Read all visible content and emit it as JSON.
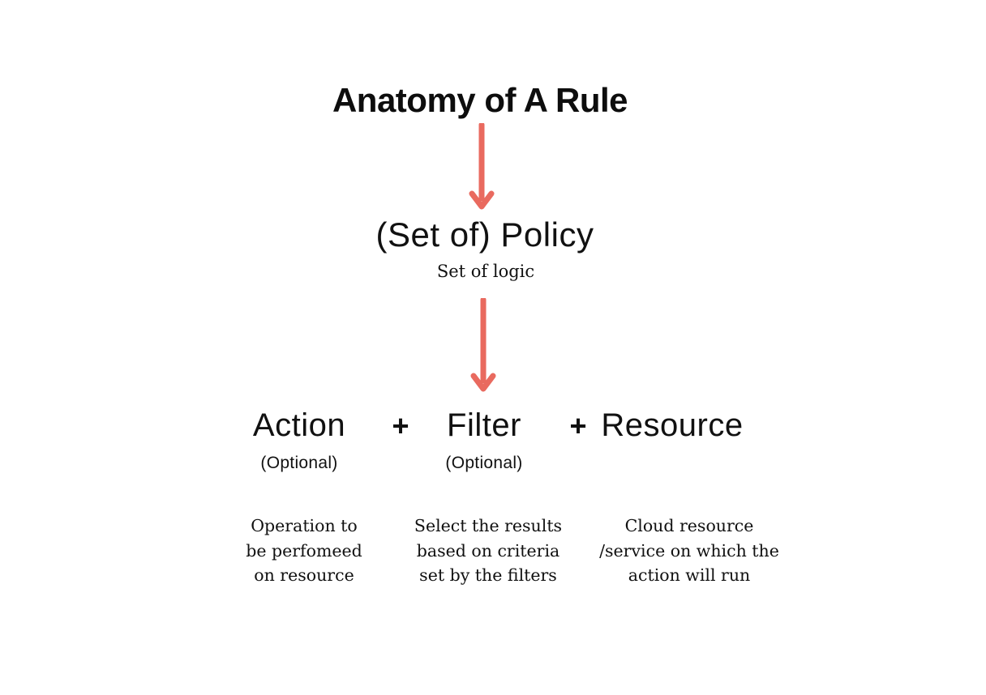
{
  "title": "Anatomy of A Rule",
  "policy": {
    "label": "(Set of) Policy",
    "sublabel": "Set of logic"
  },
  "plus_sign": "+",
  "components": {
    "action": {
      "label": "Action",
      "optional": "(Optional)",
      "description": "Operation to\nbe perfomeed\non resource"
    },
    "filter": {
      "label": "Filter",
      "optional": "(Optional)",
      "description": "Select the results\nbased on criteria\nset by the filters"
    },
    "resource": {
      "label": "Resource",
      "description": "Cloud resource\n/service on which the\naction will run"
    }
  },
  "colors": {
    "arrow": "#e96a5f",
    "text": "#111111",
    "background": "#ffffff"
  }
}
